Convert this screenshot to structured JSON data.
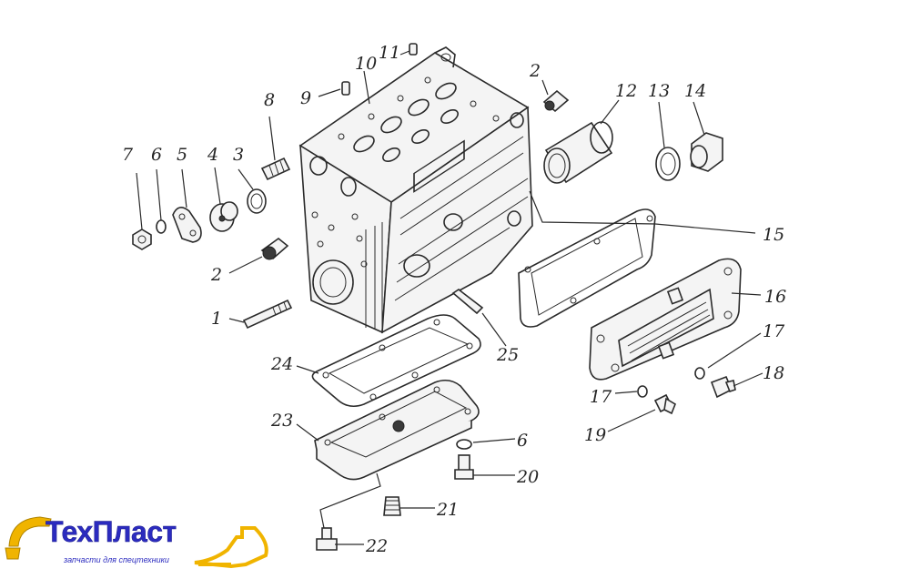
{
  "diagram": {
    "callouts": [
      {
        "id": "c1",
        "label": "1"
      },
      {
        "id": "c2a",
        "label": "2"
      },
      {
        "id": "c2b",
        "label": "2"
      },
      {
        "id": "c3",
        "label": "3"
      },
      {
        "id": "c4",
        "label": "4"
      },
      {
        "id": "c5",
        "label": "5"
      },
      {
        "id": "c6a",
        "label": "6"
      },
      {
        "id": "c6b",
        "label": "6"
      },
      {
        "id": "c7",
        "label": "7"
      },
      {
        "id": "c8",
        "label": "8"
      },
      {
        "id": "c9",
        "label": "9"
      },
      {
        "id": "c10",
        "label": "10"
      },
      {
        "id": "c11",
        "label": "11"
      },
      {
        "id": "c12",
        "label": "12"
      },
      {
        "id": "c13",
        "label": "13"
      },
      {
        "id": "c14",
        "label": "14"
      },
      {
        "id": "c15",
        "label": "15"
      },
      {
        "id": "c16",
        "label": "16"
      },
      {
        "id": "c17a",
        "label": "17"
      },
      {
        "id": "c17b",
        "label": "17"
      },
      {
        "id": "c18",
        "label": "18"
      },
      {
        "id": "c19",
        "label": "19"
      },
      {
        "id": "c20",
        "label": "20"
      },
      {
        "id": "c21",
        "label": "21"
      },
      {
        "id": "c22",
        "label": "22"
      },
      {
        "id": "c23",
        "label": "23"
      },
      {
        "id": "c24",
        "label": "24"
      },
      {
        "id": "c25",
        "label": "25"
      }
    ]
  },
  "logo": {
    "brand": "ТехПласт",
    "tagline": "запчасти для спецтехники",
    "colors": {
      "primary": "#2b2bbf",
      "accent": "#f0b400"
    }
  }
}
